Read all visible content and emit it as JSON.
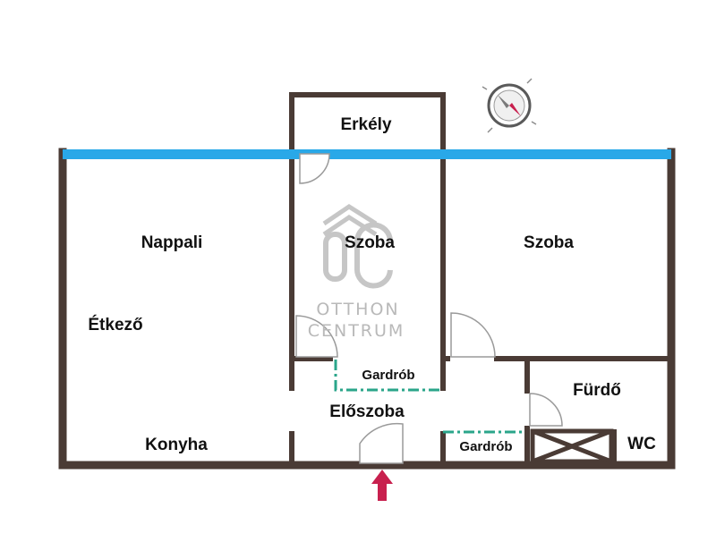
{
  "rooms": {
    "erkely": "Erkély",
    "nappali": "Nappali",
    "szoba_1": "Szoba",
    "szoba_2": "Szoba",
    "etkezo": "Étkező",
    "gardrob_1": "Gardrób",
    "furdo": "Fürdő",
    "eloszoba": "Előszoba",
    "konyha": "Konyha",
    "gardrob_2": "Gardrób",
    "wc": "WC"
  },
  "watermark": {
    "line1": "OTTHON",
    "line2": "CENTRUM"
  },
  "colors": {
    "wall": "#4a3b35",
    "window": "#29a8e8",
    "gardrob_line": "#2aa58a",
    "entrance_arrow": "#c8204e"
  },
  "icons": {
    "compass": "compass-icon",
    "entrance": "entrance-arrow-icon"
  }
}
